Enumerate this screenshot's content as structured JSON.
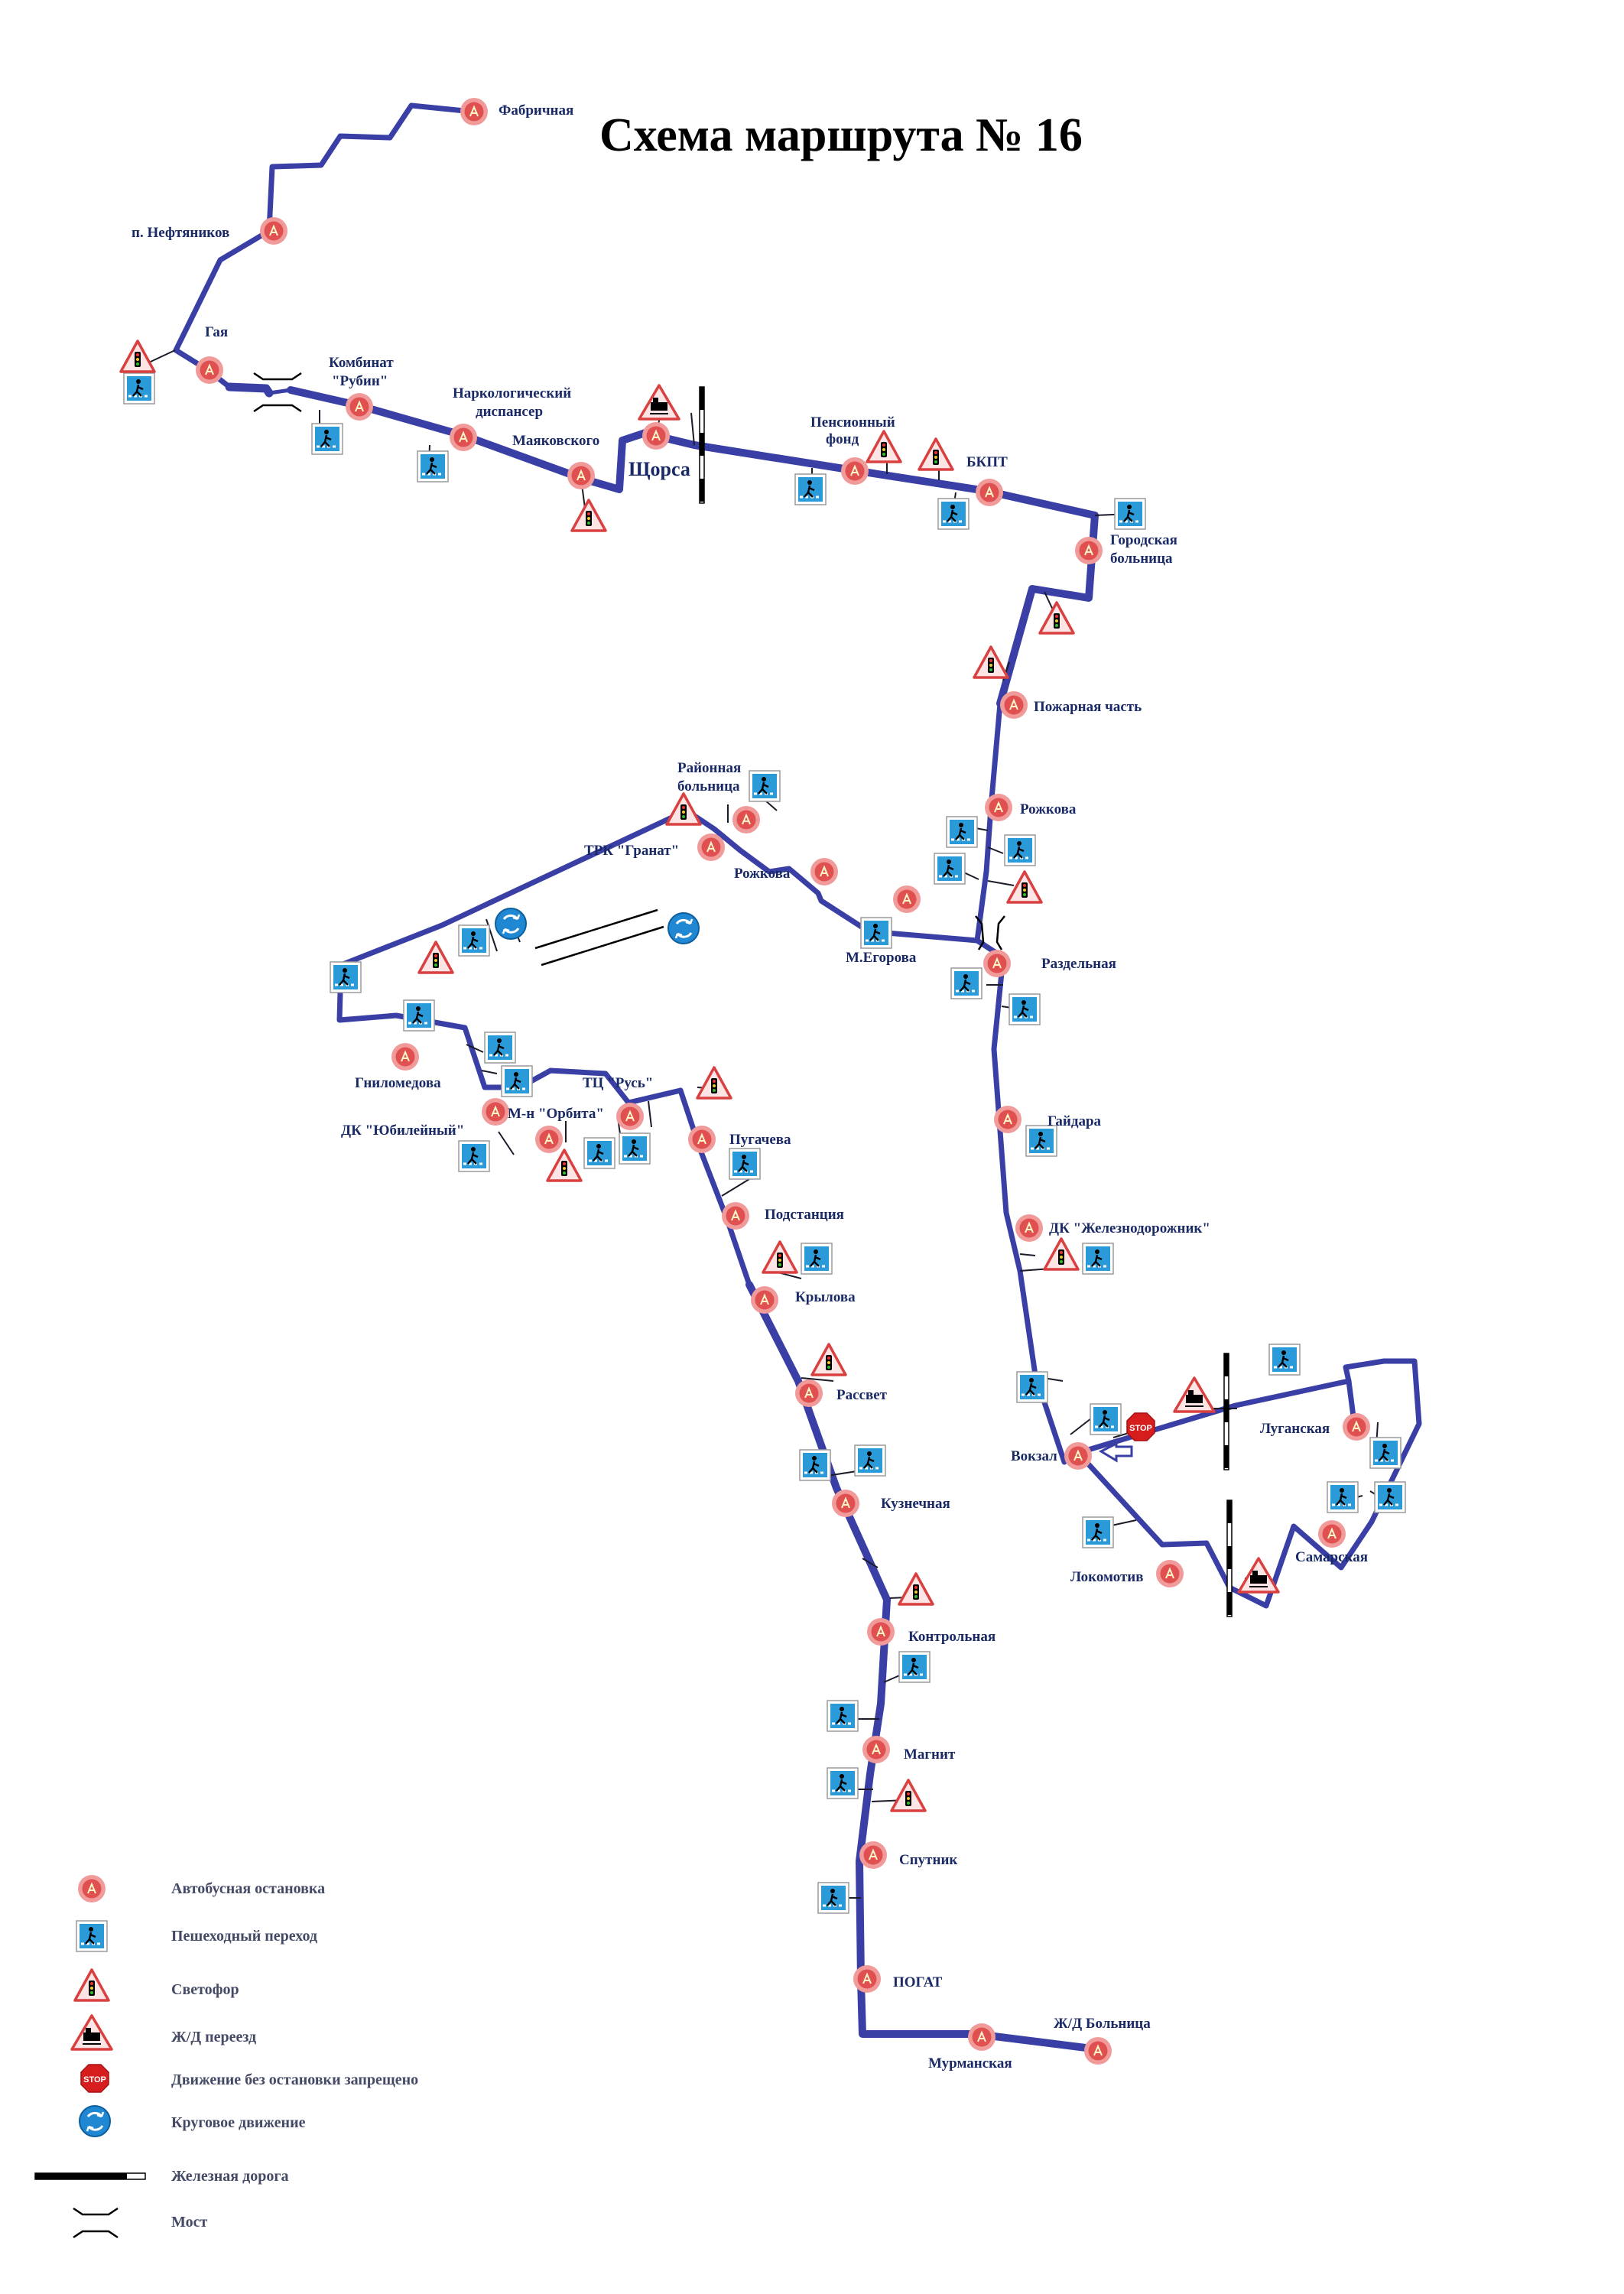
{
  "title": "Схема маршрута № 16",
  "stops": {
    "fabrichnaya": "Фабричная",
    "neftyanikov": "п. Нефтяников",
    "gaya": "Гая",
    "rubin_1": "Комбинат",
    "rubin_2": "\"Рубин\"",
    "narko_1": "Наркологический",
    "narko_2": "диспансер",
    "mayakovskogo": "Маяковского",
    "shchorsa": "Щорса",
    "pension_1": "Пенсионный",
    "pension_2": "фонд",
    "bkpt": "БКПТ",
    "gorbol_1": "Городская",
    "gorbol_2": "больница",
    "pozharnaya": "Пожарная часть",
    "rozhkova_e": "Рожкова",
    "razdelnaya": "Раздельная",
    "raibol_1": "Районная",
    "raibol_2": "больница",
    "granat": "ТРК \"Гранат\"",
    "rozhkova_w": "Рожкова",
    "megorova": "М.Егорова",
    "gnilomedova": "Гниломедова",
    "yubileyny": "ДК \"Юбилейный\"",
    "orbita": "М-н \"Орбита\"",
    "rus": "ТЦ \"Русь\"",
    "pugacheva": "Пугачева",
    "podstanciya": "Подстанция",
    "krylova": "Крылова",
    "rassvet": "Рассвет",
    "kuznechnaya": "Кузнечная",
    "kontrolnaya": "Контрольная",
    "magnit": "Магнит",
    "sputnik": "Спутник",
    "pogat": "ПОГАТ",
    "murmanskaya": "Мурманская",
    "zhd_bolnica": "Ж/Д Больница",
    "gaidara": "Гайдара",
    "zheleznodorozhnik": "ДК \"Железнодорожник\"",
    "vokzal": "Вокзал",
    "luganskaya": "Луганская",
    "samarskaya": "Самарская",
    "lokomotiv": "Локомотив"
  },
  "legend": {
    "bus_stop": "Автобусная остановка",
    "crossing": "Пешеходный переход",
    "traffic_light": "Светофор",
    "rail_crossing": "Ж/Д переезд",
    "no_stop": "Движение без остановки запрещено",
    "roundabout": "Круговое движение",
    "railway": "Железная дорога",
    "bridge": "Мост"
  },
  "sign_text": {
    "stop_sign": "STOP",
    "bus_letter": "A"
  },
  "colors": {
    "route": "#3a3fa6",
    "stop_fill": "#e06060",
    "stop_ring": "#f19090",
    "crossing_blue": "#2a9ad8",
    "warning_red": "#d9413f",
    "text": "#1a2a66"
  }
}
